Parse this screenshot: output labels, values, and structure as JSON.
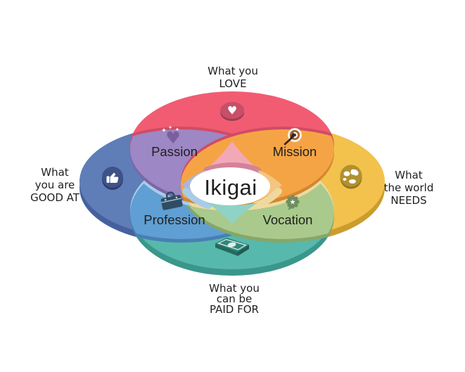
{
  "diagram": {
    "title": "Ikigai",
    "center_label": "Ikigai",
    "glyphs": {
      "heart": "♥",
      "star": "★"
    },
    "colors": {
      "text": "#1f1f1f",
      "white": "#ffffff",
      "love": "#f15c73",
      "love_dark": "#d04b64",
      "good_at": "#5f7db7",
      "good_at_dark": "#46619e",
      "needs": "#f2c24d",
      "needs_dark": "#cb9c2e",
      "paid_for": "#57b8ac",
      "paid_for_dark": "#3b968c",
      "passion": "#9d87c4",
      "passion_dark": "#7d66a8",
      "mission": "#f5a445",
      "mission_dark": "#d2872f",
      "profession": "#5f9fd3",
      "profession_dark": "#477fb3",
      "profession_light": "#aacbe8",
      "vocation": "#a9ca8c",
      "vocation_dark": "#85a769",
      "vocation_light": "#eeda9e",
      "wedge_pink": "#f3a8b8",
      "wedge_pink_dark": "#d38399",
      "wedge_periwinkle": "#a8b7e0",
      "wedge_orange": "#f4c57f",
      "wedge_teal": "#8fd2c6",
      "coin_red": "#c74f68",
      "coin_red_dark": "#a03c52",
      "coin_blue": "#3e5288",
      "coin_blue_dark": "#2c3c6b",
      "coin_gold": "#b2902e",
      "coin_gold_dark": "#94761f",
      "heart_purple": "#7a5f9f",
      "target_ring": "#9c6030",
      "target_center": "#5f3517",
      "target_cream": "#f6efe3",
      "arrow": "#33261c",
      "briefcase": "#2e4d63",
      "briefcase_detail": "#bcd4e4",
      "badge": "#6f8e60",
      "money_top": "#2f877b",
      "money_side": "#26695f",
      "money_front": "#1f5c54",
      "money_detail": "#dff0eb"
    },
    "outer_labels": {
      "love": {
        "lines": [
          "What you",
          "LOVE"
        ],
        "icon": "heart-icon"
      },
      "good_at": {
        "lines": [
          "What",
          "you are",
          "GOOD AT"
        ],
        "icon": "thumbs-up-icon"
      },
      "needs": {
        "lines": [
          "What",
          "the world",
          "NEEDS"
        ],
        "icon": "globe-icon"
      },
      "paid_for": {
        "lines": [
          "What you",
          "can be",
          "PAID FOR"
        ],
        "icon": "money-icon"
      }
    },
    "overlap_labels": {
      "passion": {
        "label": "Passion",
        "icon": "sparkling-heart-icon"
      },
      "mission": {
        "label": "Mission",
        "icon": "target-arrow-icon"
      },
      "profession": {
        "label": "Profession",
        "icon": "briefcase-icon"
      },
      "vocation": {
        "label": "Vocation",
        "icon": "award-badge-icon"
      }
    }
  }
}
